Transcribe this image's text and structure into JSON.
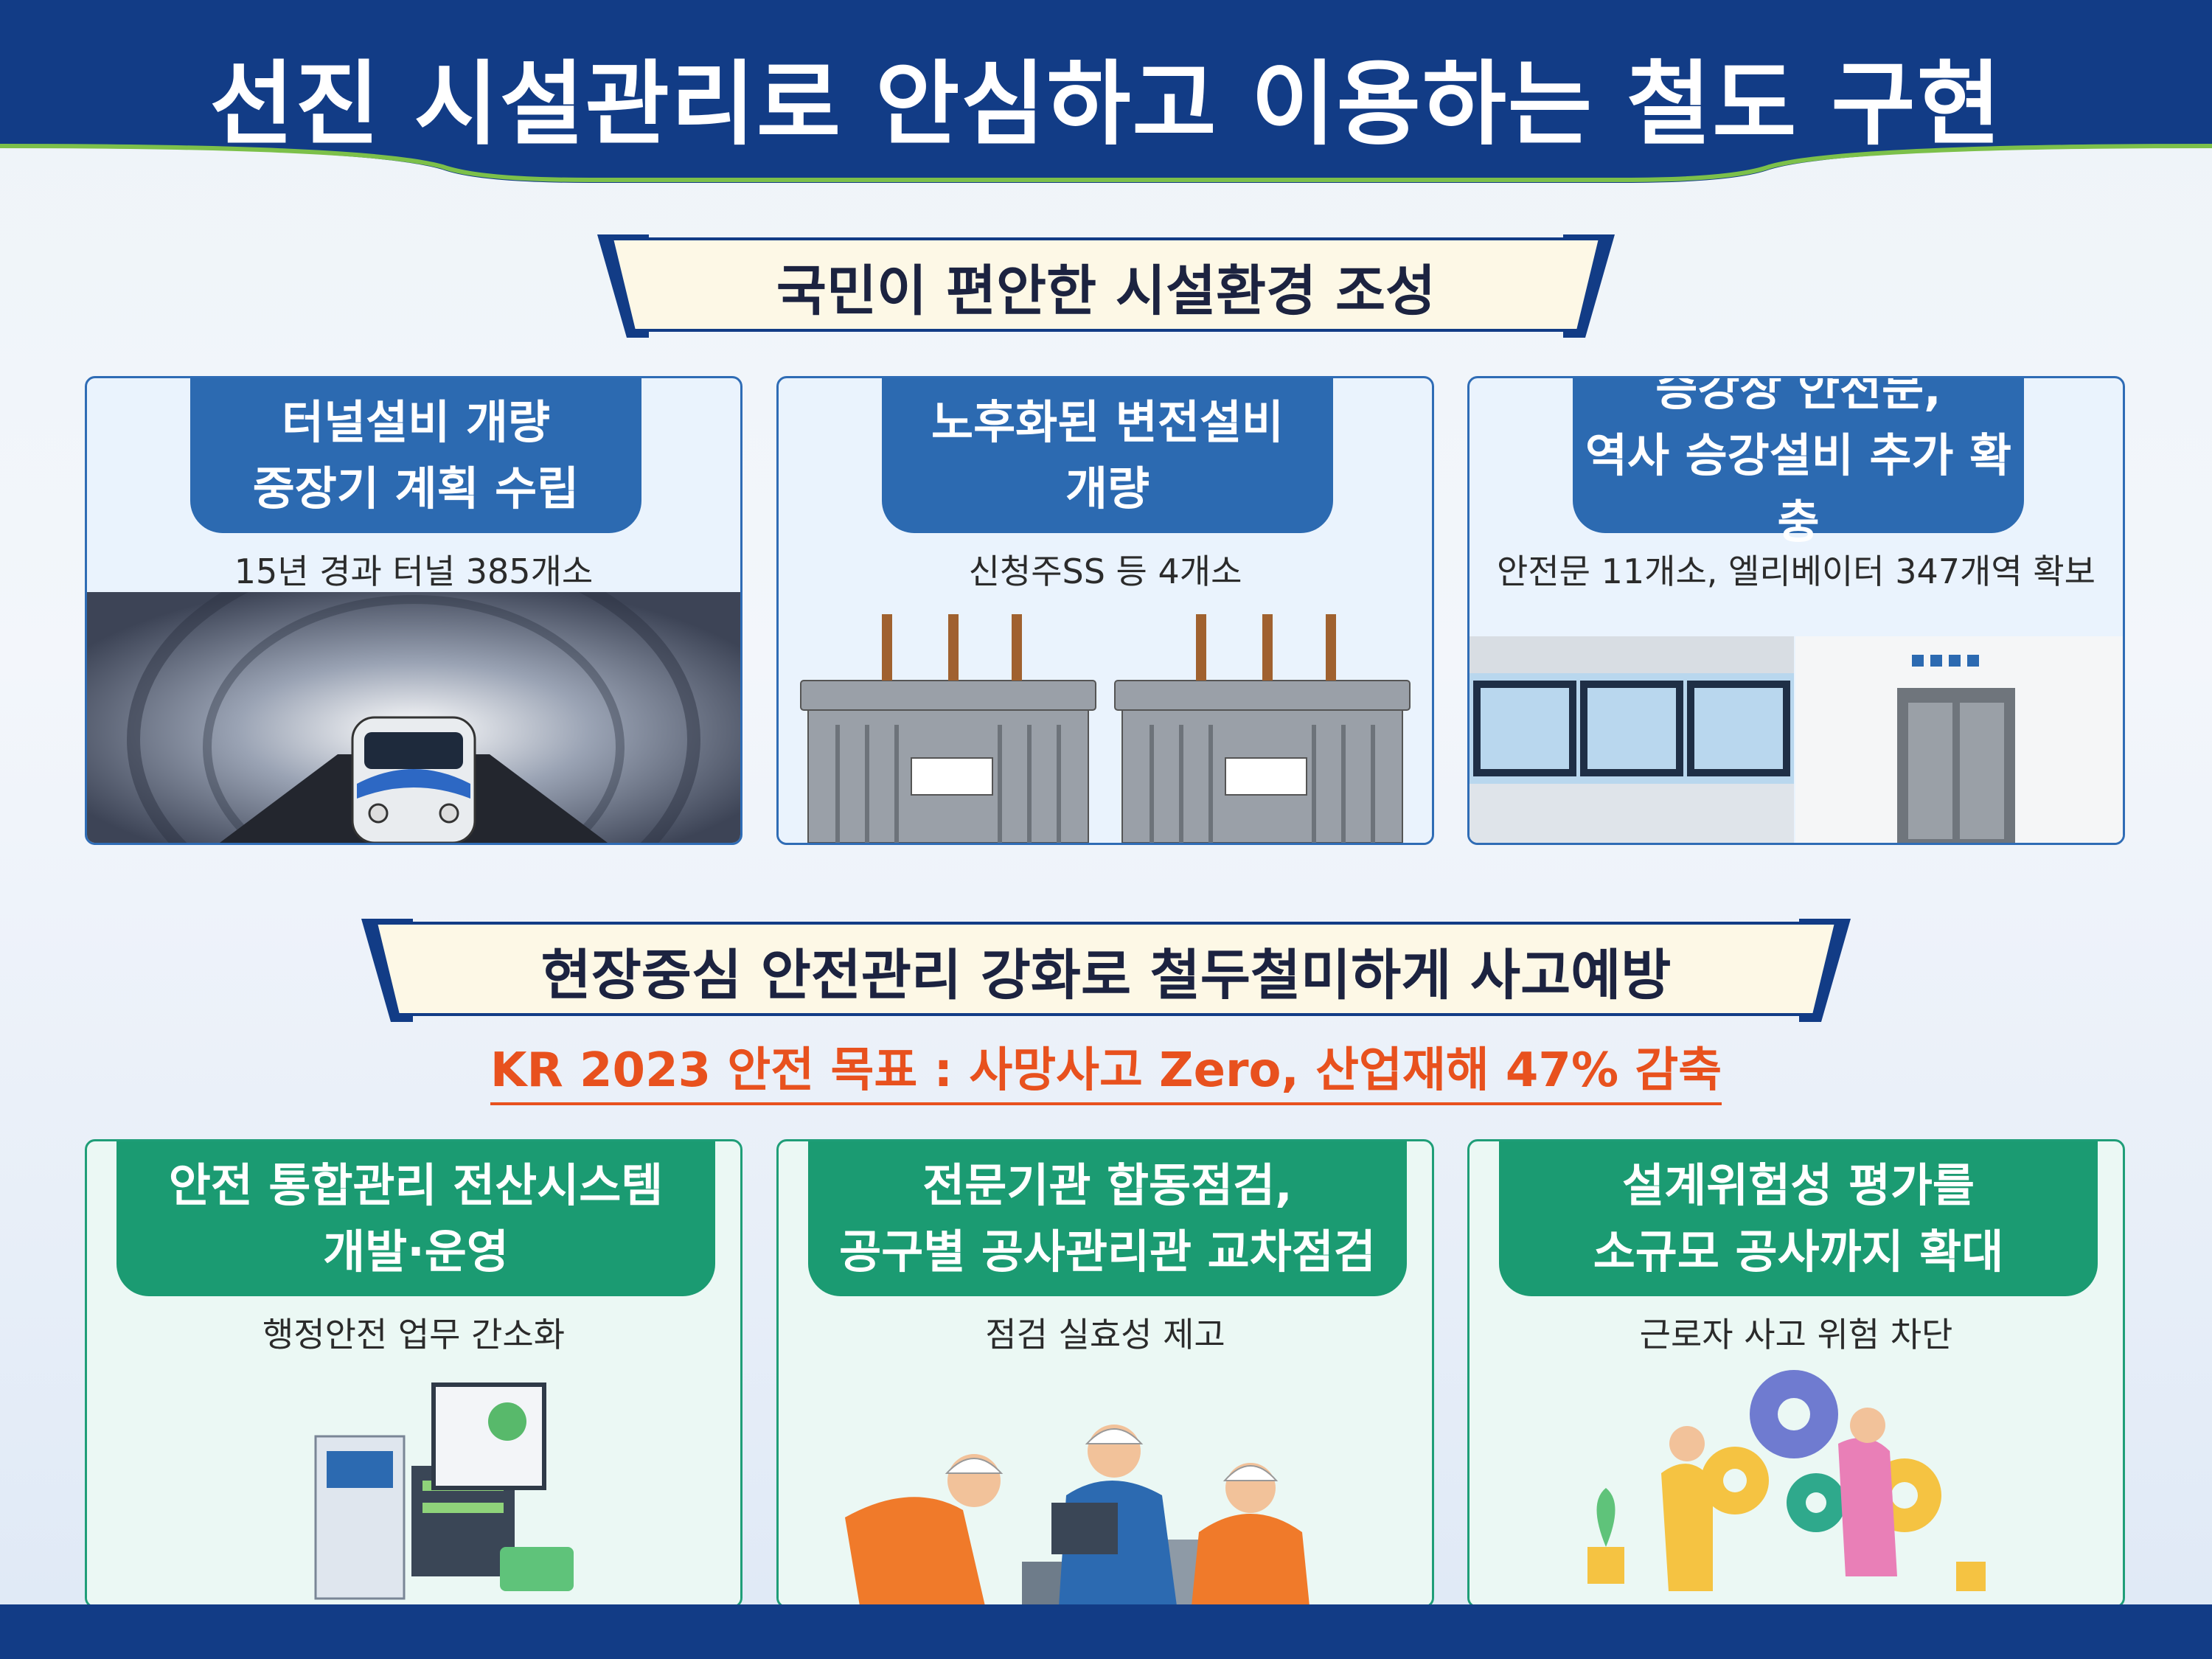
{
  "header": {
    "title": "선진 시설관리로 안심하고 이용하는 철도 구현"
  },
  "section1": {
    "title": "국민이 편안한 시설환경 조성",
    "cards": [
      {
        "title_line1": "터널설비 개량",
        "title_line2": "중장기 계획 수립",
        "subtitle": "15년 경과 터널 385개소",
        "art": "tunnel-train-illustration"
      },
      {
        "title_line1": "노후화된 변전설비",
        "title_line2": "개량",
        "subtitle": "신청주SS 등 4개소",
        "art": "transformer-illustration"
      },
      {
        "title_line1": "승강장 안전문,",
        "title_line2": "역사 승강설비 추가 확충",
        "subtitle": "안전문 11개소, 엘리베이터 347개역 확보",
        "art": "platform-screen-door-elevator-illustration"
      }
    ]
  },
  "section2": {
    "title": "현장중심 안전관리 강화로 철두철미하게 사고예방",
    "goal": "KR 2023 안전 목표 : 사망사고 Zero, 산업재해 47% 감축",
    "cards": [
      {
        "title_line1": "안전 통합관리 전산시스템",
        "title_line2": "개발·운영",
        "subtitle": "행정안전 업무 간소화",
        "art": "server-computer-illustration"
      },
      {
        "title_line1": "전문기관 합동점검,",
        "title_line2": "공구별 공사관리관 교차점검",
        "subtitle": "점검 실효성 제고",
        "art": "construction-workers-illustration"
      },
      {
        "title_line1": "설계위험성 평가를",
        "title_line2": "소규모 공사까지 확대",
        "subtitle": "근로자 사고 위험 차단",
        "art": "gears-team-illustration"
      }
    ]
  },
  "colors": {
    "navy": "#123c86",
    "blue": "#2c6ab1",
    "green": "#1b9b72",
    "accent": "#e8511e",
    "banner_bg": "#fdf8e6"
  }
}
